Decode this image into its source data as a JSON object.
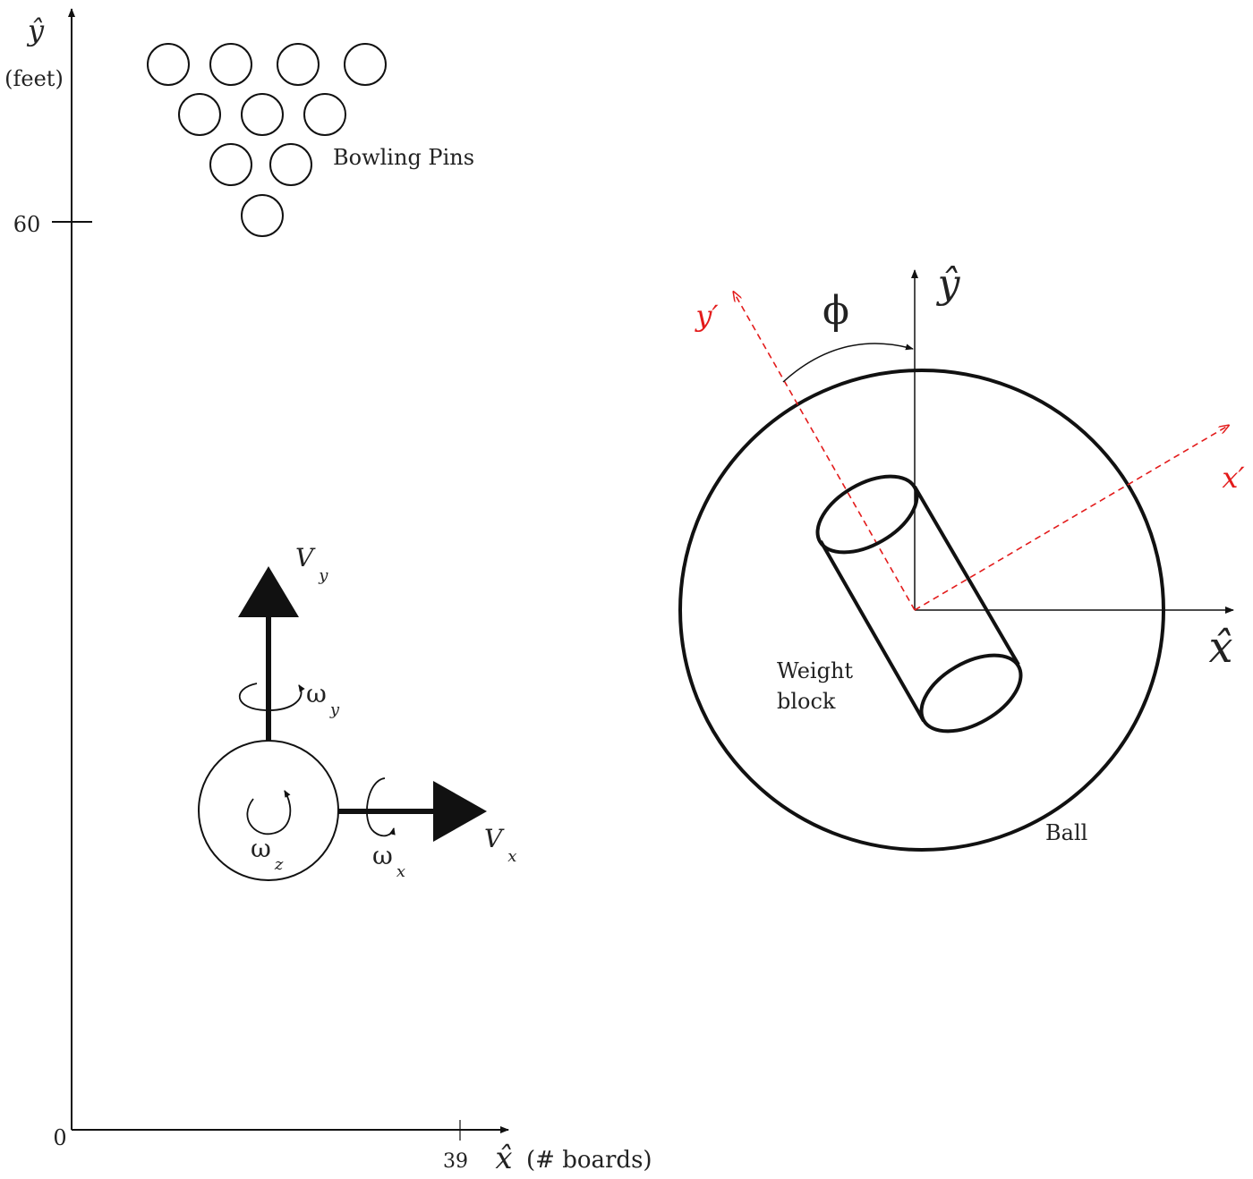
{
  "lane": {
    "y_axis_symbol": "ŷ",
    "y_axis_unit": "(feet)",
    "y_tick_label": "60",
    "origin_label": "0",
    "x_axis_symbol": "x̂",
    "x_axis_unit": "(# boards)",
    "x_tick_label": "39",
    "pins_label": "Bowling Pins",
    "pin_count": 10
  },
  "motion": {
    "vy_symbol": "V",
    "vy_sub": "y",
    "wy_symbol": "ω",
    "wy_sub": "y",
    "vx_symbol": "V",
    "vx_sub": "x",
    "wx_symbol": "ω",
    "wx_sub": "x",
    "wz_symbol": "ω",
    "wz_sub": "z"
  },
  "ball": {
    "y_axis_symbol": "ŷ",
    "x_axis_symbol": "x̂",
    "y_prime": "y′",
    "x_prime": "x′",
    "angle_symbol": "ϕ",
    "weight_block_line1": "Weight",
    "weight_block_line2": "block",
    "ball_label": "Ball",
    "prime_axes_color": "#e31b1b"
  }
}
